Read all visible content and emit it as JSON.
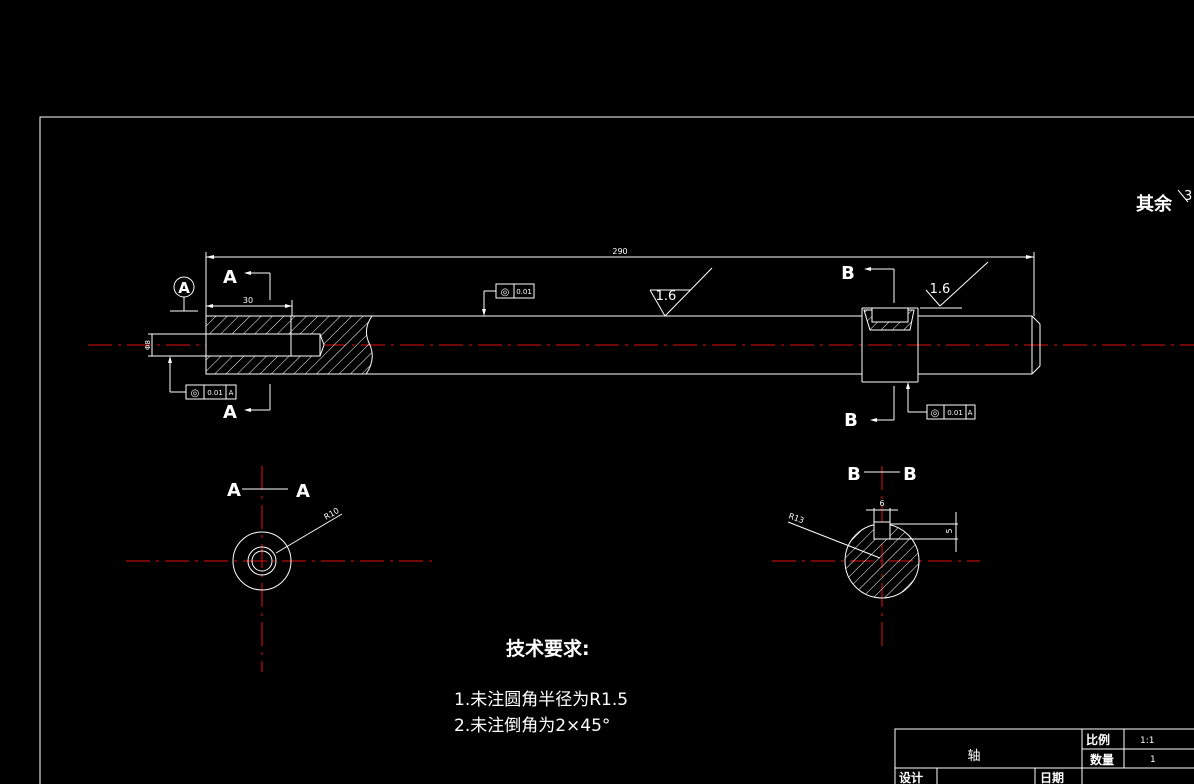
{
  "drawing": {
    "remaining_roughness": "其余",
    "remaining_roughness_value": "3",
    "total_length": "290",
    "hole_depth": "30",
    "hole_diameter": "Φ8",
    "roughness_main": "1.6",
    "roughness_key": "1.6",
    "datum": "A",
    "tol_top": {
      "symbol": "◎",
      "value": "0.01"
    },
    "tol_left": {
      "symbol": "◎",
      "value": "0.01",
      "datum": "A"
    },
    "tol_right": {
      "symbol": "◎",
      "value": "0.01",
      "datum": "A"
    },
    "section_a_letter": "A",
    "section_b_letter": "B",
    "section_a_title_left": "A",
    "section_a_title_right": "A",
    "section_b_title_left": "B",
    "section_b_title_right": "B",
    "r10": "R10",
    "r13": "R13",
    "key_width": "6",
    "key_depth": "5"
  },
  "requirements": {
    "title": "技术要求:",
    "item1": "1.未注圆角半径为R1.5",
    "item2": "2.未注倒角为2×45°"
  },
  "title_block": {
    "part_name": "轴",
    "scale_label": "比例",
    "scale_value": "1:1",
    "qty_label": "数量",
    "qty_value": "1",
    "design_label": "设计",
    "date_label": "日期"
  }
}
